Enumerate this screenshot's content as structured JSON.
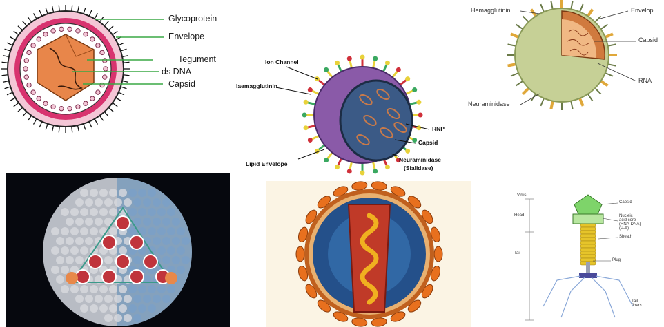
{
  "panels": {
    "herpes": {
      "labels": {
        "glycoprotein": "Glycoprotein",
        "envelope": "Envelope",
        "tegument": "Tegument",
        "dsdna": "ds DNA",
        "capsid": "Capsid"
      },
      "colors": {
        "leader": "#3aa845",
        "ring": "#d8336f",
        "hull": "#e8864a"
      }
    },
    "influenza3d": {
      "labels": {
        "ion_channel": "Ion Channel",
        "haemagglutinin": "laemagglutinin",
        "rnp": "RNP",
        "capsid": "Capsid",
        "lipid_envelope": "Lipid Envelope",
        "neuraminidase": "Neuraminidase",
        "sialidase": "(Sialidase)"
      },
      "colors": {
        "envelope": "#8a5aa8",
        "interior": "#3b5a86"
      }
    },
    "influenza_cutaway": {
      "labels": {
        "hemagglutinin": "Hemagglutinin",
        "envelope": "Envelop",
        "capsid": "Capsid",
        "rna": "RNA",
        "neuraminidase": "Neuraminidase"
      },
      "colors": {
        "body": "#c6d096",
        "core": "#d07a3e"
      }
    },
    "icosahedral_model": {
      "colors": {
        "background": "#06080e",
        "surface": "#b8bcc4",
        "highlight": "#c0343c"
      }
    },
    "hiv_cross_section": {
      "colors": {
        "membrane": "#c0601e",
        "core": "#c03a28",
        "rna": "#f0b020"
      }
    },
    "bacteriophage": {
      "labels": {
        "virus": "Virus",
        "head": "Head",
        "tail": "Tail",
        "capsid": "Capsid",
        "nucleic_core_1": "Nucleic",
        "nucleic_core_2": "acid core",
        "nucleic_core_3": "(RNA-DNA)",
        "nucleic_core_4": "(P-A)",
        "sheath": "Sheath",
        "plug": "Plug",
        "tail_fibers_1": "Tail",
        "tail_fibers_2": "fibers"
      },
      "colors": {
        "capsid": "#7ed46a",
        "sheath": "#e6c42a",
        "fibers": "#8aa8d8"
      }
    }
  }
}
